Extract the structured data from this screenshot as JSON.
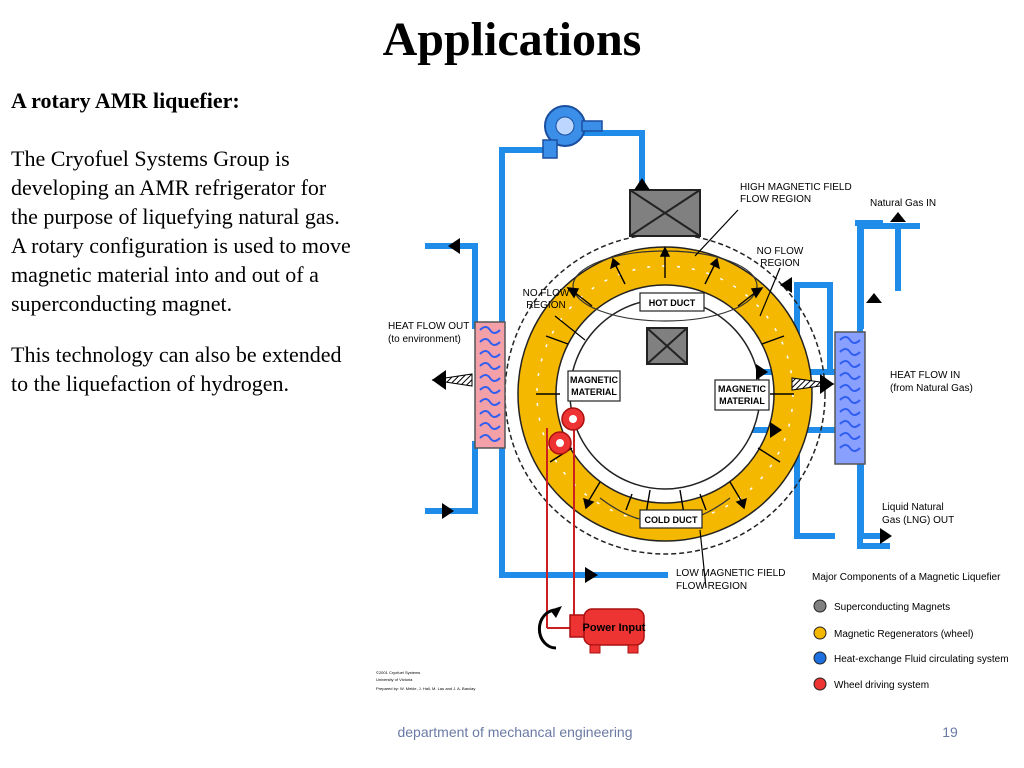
{
  "slide": {
    "title": "Applications",
    "subheading": "A rotary AMR liquefier:",
    "paragraph1": "The Cryofuel Systems Group is developing an AMR refrigerator for the purpose of liquefying natural gas. A rotary configuration is used to move magnetic material into and out of a superconducting magnet.",
    "paragraph2": "This technology can also be extended to the liquefaction of hydrogen.",
    "footer": "department of mechancal engineering",
    "page_number": "19"
  },
  "diagram": {
    "labels": {
      "high_field_1": "HIGH MAGNETIC FIELD",
      "high_field_2": "FLOW REGION",
      "natural_gas_in": "Natural Gas IN",
      "no_flow_right_1": "NO FLOW",
      "no_flow_right_2": "REGION",
      "no_flow_left_1": "NO FLOW",
      "no_flow_left_2": "REGION",
      "heat_out_1": "HEAT FLOW OUT",
      "heat_out_2": "(to environment)",
      "hot_duct": "HOT DUCT",
      "mag_left_1": "MAGNETIC",
      "mag_left_2": "MATERIAL",
      "mag_right_1": "MAGNETIC",
      "mag_right_2": "MATERIAL",
      "heat_in_1": "HEAT FLOW IN",
      "heat_in_2": "(from  Natural Gas)",
      "lng_1": "Liquid Natural",
      "lng_2": "Gas (LNG) OUT",
      "cold_duct": "COLD DUCT",
      "low_field_1": "LOW  MAGNETIC FIELD",
      "low_field_2": "FLOW REGION",
      "power_input": "Power Input",
      "credit_1": "©2001 Cryofuel Systems",
      "credit_2": "University of Victoria",
      "credit_3": "Prepared by: W. Mekle, J. Hall, M. Lau and J. A. Barclay"
    },
    "legend": {
      "title": "Major Components of a Magnetic Liquefier",
      "items": [
        {
          "label": "Superconducting Magnets",
          "color": "#808080"
        },
        {
          "label": "Magnetic Regenerators  (wheel)",
          "color": "#f5b800"
        },
        {
          "label": "Heat-exchange Fluid circulating system",
          "color": "#1e6fe0"
        },
        {
          "label": "Wheel driving system",
          "color": "#ee3333"
        }
      ]
    },
    "colors": {
      "pipe": "#1e8ce8",
      "wheel": "#f5b800",
      "magnet": "#808080",
      "heat_exchanger_left": "#f4a0a8",
      "heat_exchanger_right": "#8aa0ff",
      "drive": "#ee3333"
    }
  }
}
